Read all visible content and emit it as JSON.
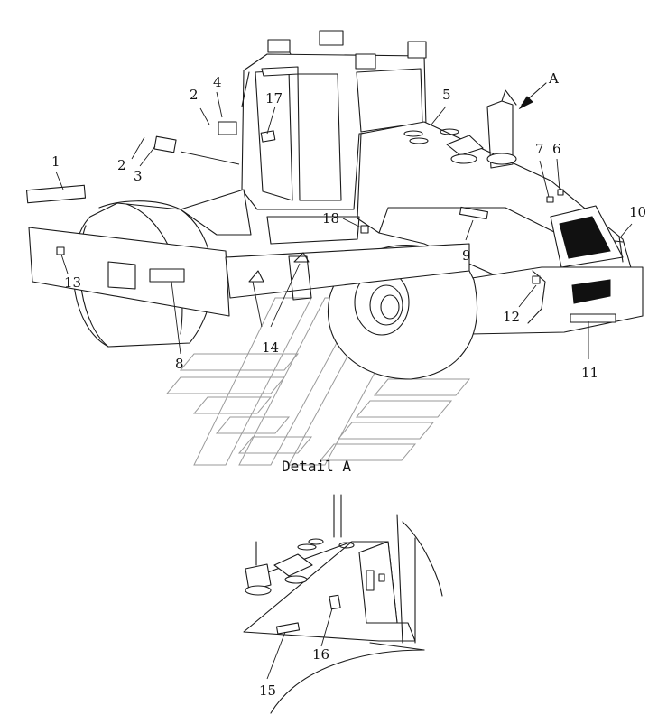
{
  "view_label": "A",
  "detail_title": "Detail A",
  "callouts": [
    "1",
    "2",
    "2",
    "3",
    "4",
    "17",
    "5",
    "7",
    "6",
    "10",
    "18",
    "9",
    "13",
    "8",
    "14",
    "12",
    "11",
    "15",
    "16"
  ],
  "colors": {
    "line": "#1a1a1a",
    "watermark": "#9a9a9a",
    "background": "#ffffff"
  }
}
